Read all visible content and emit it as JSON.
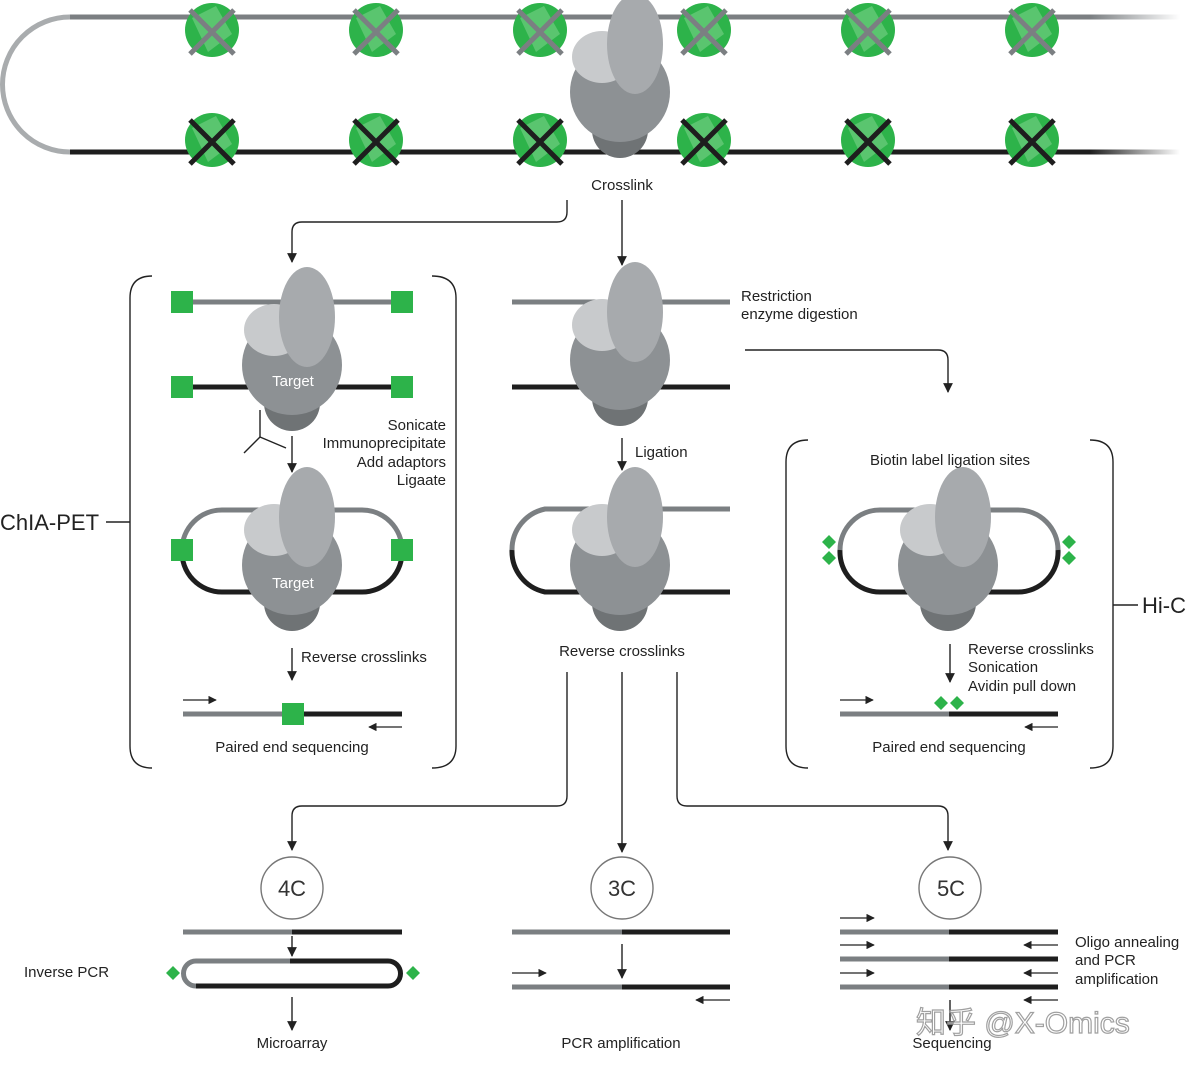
{
  "colors": {
    "green": "#2db34a",
    "green_light": "#7fd38e",
    "strand_gray": "#7b7f82",
    "strand_dark": "#1e1e1e",
    "protein_dark": "#6f7375",
    "protein_mid": "#8d9194",
    "protein_light": "#c8cacc",
    "protein_oval": "#a7aaad"
  },
  "labels": {
    "crosslink": "Crosslink",
    "restriction_1": "Restriction",
    "restriction_2": "enzyme digestion",
    "ligation": "Ligation",
    "reverse_crosslinks": "Reverse crosslinks",
    "chia_pet": "ChIA-PET",
    "target": "Target",
    "sonicate": "Sonicate",
    "immunoprecipitate": "Immunoprecipitate",
    "add_adaptors": "Add adaptors",
    "ligaate": "Ligaate",
    "paired_end_sequencing": "Paired end sequencing",
    "hi_c": "Hi-C",
    "biotin_label": "Biotin label ligation sites",
    "hic_step_1": "Reverse crosslinks",
    "hic_step_2": "Sonication",
    "hic_step_3": "Avidin pull down",
    "c4": "4C",
    "c3": "3C",
    "c5": "5C",
    "inverse_pcr": "Inverse PCR",
    "microarray": "Microarray",
    "pcr_amplification": "PCR amplification",
    "oligo_1": "Oligo annealing",
    "oligo_2": "and PCR",
    "oligo_3": "amplification",
    "sequencing": "Sequencing"
  },
  "watermark": "知乎 @X-Omics"
}
